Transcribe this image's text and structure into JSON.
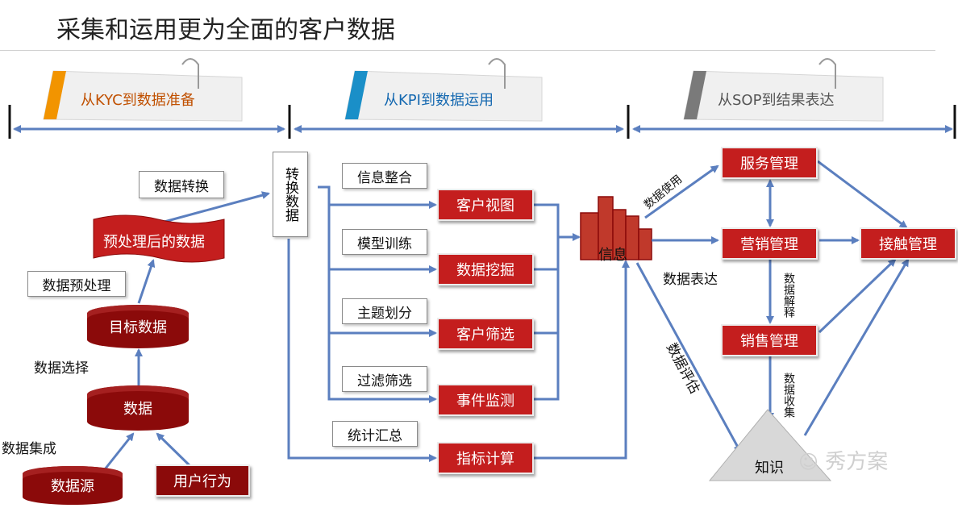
{
  "title": "采集和运用更为全面的客户数据",
  "phases": [
    {
      "label": "从KYC到数据准备",
      "color": "#f29400"
    },
    {
      "label": "从KPI到数据运用",
      "color": "#1a8fc8"
    },
    {
      "label": "从SOP到结果表达",
      "color": "#7a7a7a"
    }
  ],
  "left": {
    "source": "数据源",
    "user_behavior": "用户行为",
    "integration": "数据集成",
    "data": "数据",
    "selection": "数据选择",
    "target": "目标数据",
    "preprocess": "数据预处理",
    "processed": "预处理后的数据",
    "transform": "数据转换",
    "convert": "转换数据"
  },
  "middle": {
    "labels": [
      "信息整合",
      "模型训练",
      "主题划分",
      "过滤筛选",
      "统计汇总"
    ],
    "boxes": [
      "客户视图",
      "数据挖掘",
      "客户筛选",
      "事件监测",
      "指标计算"
    ]
  },
  "info": "信息",
  "right": {
    "service": "服务管理",
    "marketing": "营销管理",
    "sales": "销售管理",
    "touch": "接触管理",
    "knowledge": "知识",
    "data_use": "数据使用",
    "data_expression": "数据表达",
    "data_explain": "数据解释",
    "data_eval": "数据评估",
    "data_collect": "数据收集"
  },
  "watermark": "秀方案",
  "colors": {
    "red": "#c41e1e",
    "dark_red": "#8b0a0a",
    "arrow": "#5b7fbf"
  }
}
